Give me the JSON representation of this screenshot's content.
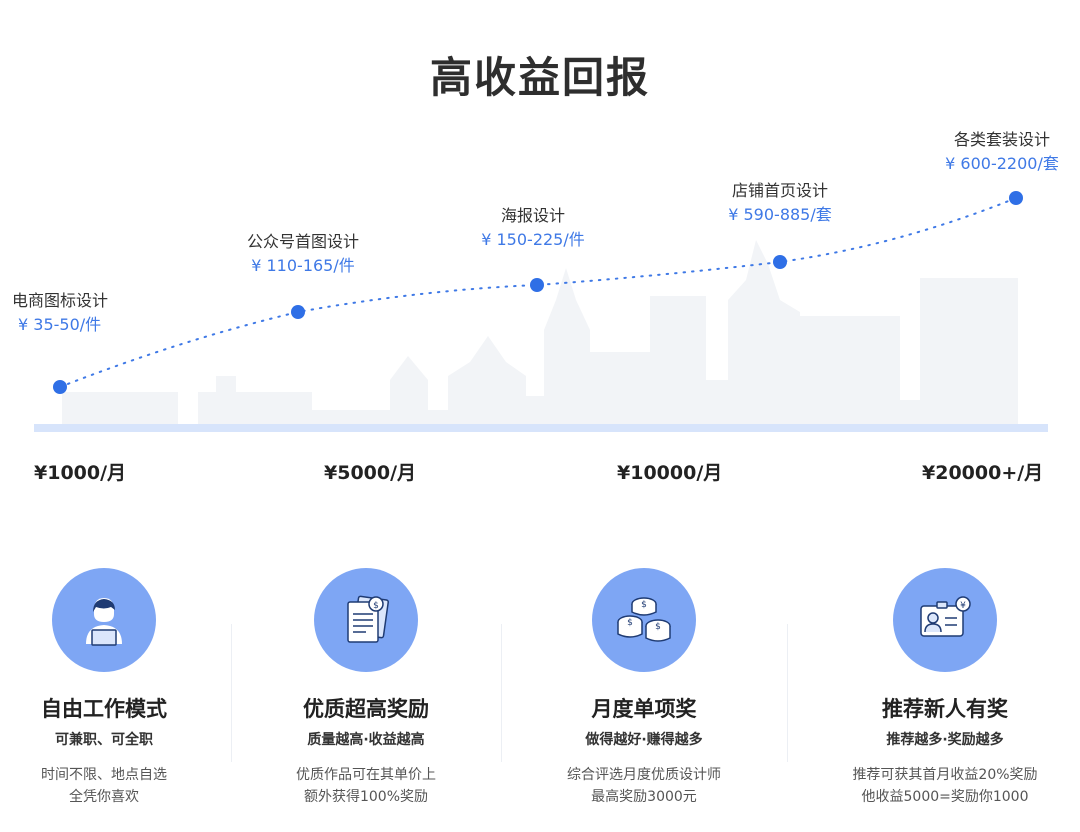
{
  "title": "高收益回报",
  "chart_data": {
    "type": "line",
    "points": [
      {
        "name": "电商图标设计",
        "price": "¥ 35-50/件"
      },
      {
        "name": "公众号首图设计",
        "price": "¥ 110-165/件"
      },
      {
        "name": "海报设计",
        "price": "¥ 150-225/件"
      },
      {
        "name": "店铺首页设计",
        "price": "¥ 590-885/套"
      },
      {
        "name": "各类套装设计",
        "price": "¥ 600-2200/套"
      }
    ],
    "x_labels": [
      "¥1000/月",
      "¥5000/月",
      "¥10000/月",
      "¥20000+/月"
    ],
    "line_style": "dotted",
    "colors": {
      "line": "#3f79e6",
      "point": "#2f6fe6",
      "price": "#3f79e6"
    }
  },
  "features": [
    {
      "icon": "worker-laptop-icon",
      "title": "自由工作模式",
      "subtitle": "可兼职、可全职",
      "desc1": "时间不限、地点自选",
      "desc2": "全凭你喜欢"
    },
    {
      "icon": "document-certificate-icon",
      "title": "优质超高奖励",
      "subtitle": "质量越高·收益越高",
      "desc1": "优质作品可在其单价上",
      "desc2": "额外获得100%奖励"
    },
    {
      "icon": "coin-stacks-icon",
      "title": "月度单项奖",
      "subtitle": "做得越好·赚得越多",
      "desc1": "综合评选月度优质设计师",
      "desc2": "最高奖励3000元"
    },
    {
      "icon": "referral-card-icon",
      "title": "推荐新人有奖",
      "subtitle": "推荐越多·奖励越多",
      "desc1": "推荐可获其首月收益20%奖励",
      "desc2": "他收益5000=奖励你1000"
    }
  ],
  "colors": {
    "accent": "#7ea6f4",
    "skyline": "#f2f4f7",
    "baseline": "#d7e4fb"
  }
}
